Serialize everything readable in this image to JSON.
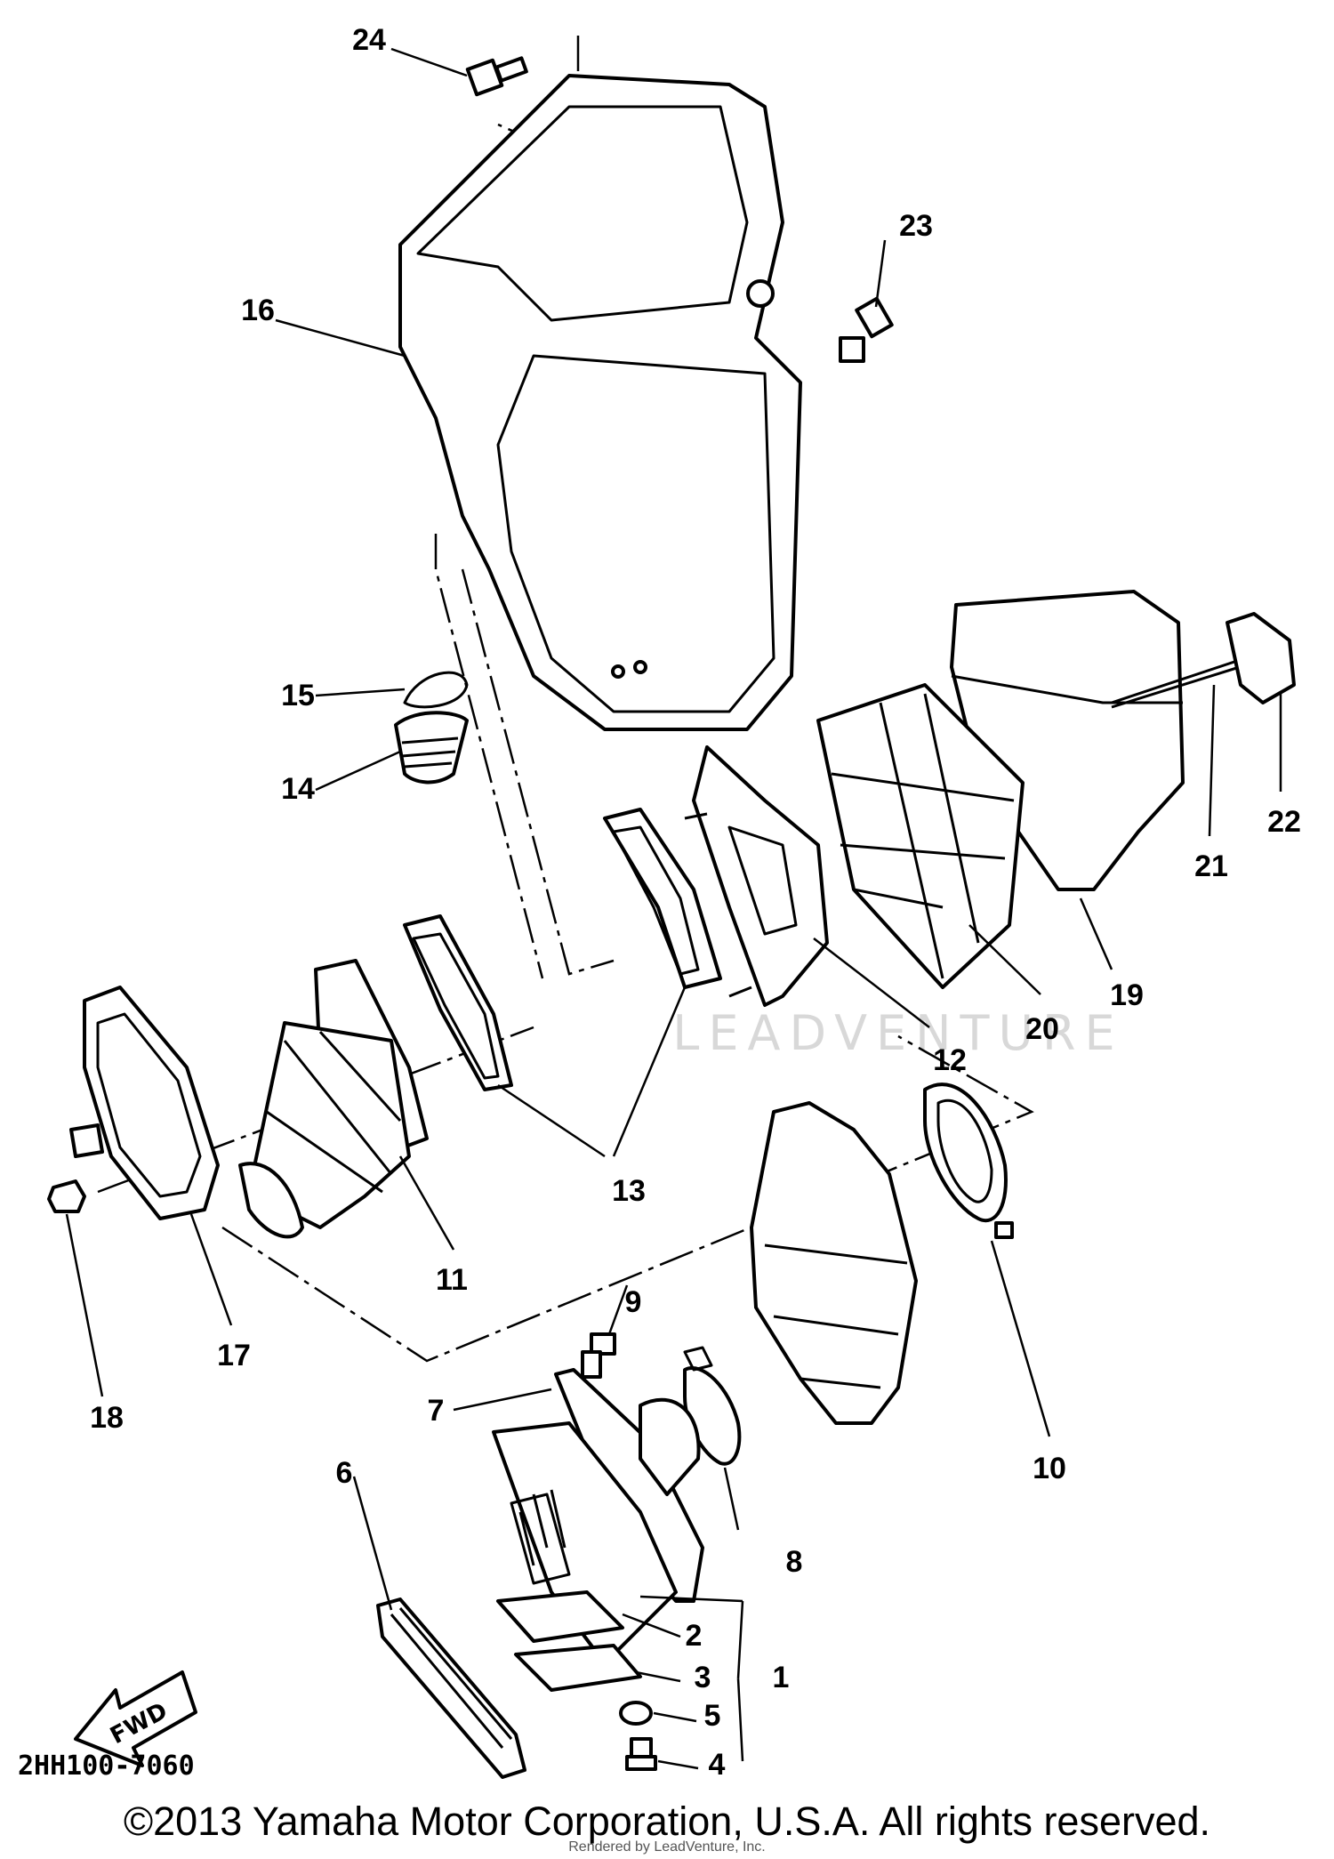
{
  "watermark": "LEADVENTURE",
  "drawing_number": "2HH100-7060",
  "fwd_label": "FWD",
  "copyright": "©2013 Yamaha Motor Corporation, U.S.A. All rights reserved.",
  "rendered_by": "Rendered by LeadVenture, Inc.",
  "callouts": {
    "c1": "1",
    "c2": "2",
    "c3": "3",
    "c4": "4",
    "c5": "5",
    "c6": "6",
    "c7": "7",
    "c8": "8",
    "c9": "9",
    "c10": "10",
    "c11": "11",
    "c12": "12",
    "c13": "13",
    "c14": "14",
    "c15": "15",
    "c16": "16",
    "c17": "17",
    "c18": "18",
    "c19": "19",
    "c20": "20",
    "c21": "21",
    "c22": "22",
    "c23": "23",
    "c24": "24"
  }
}
